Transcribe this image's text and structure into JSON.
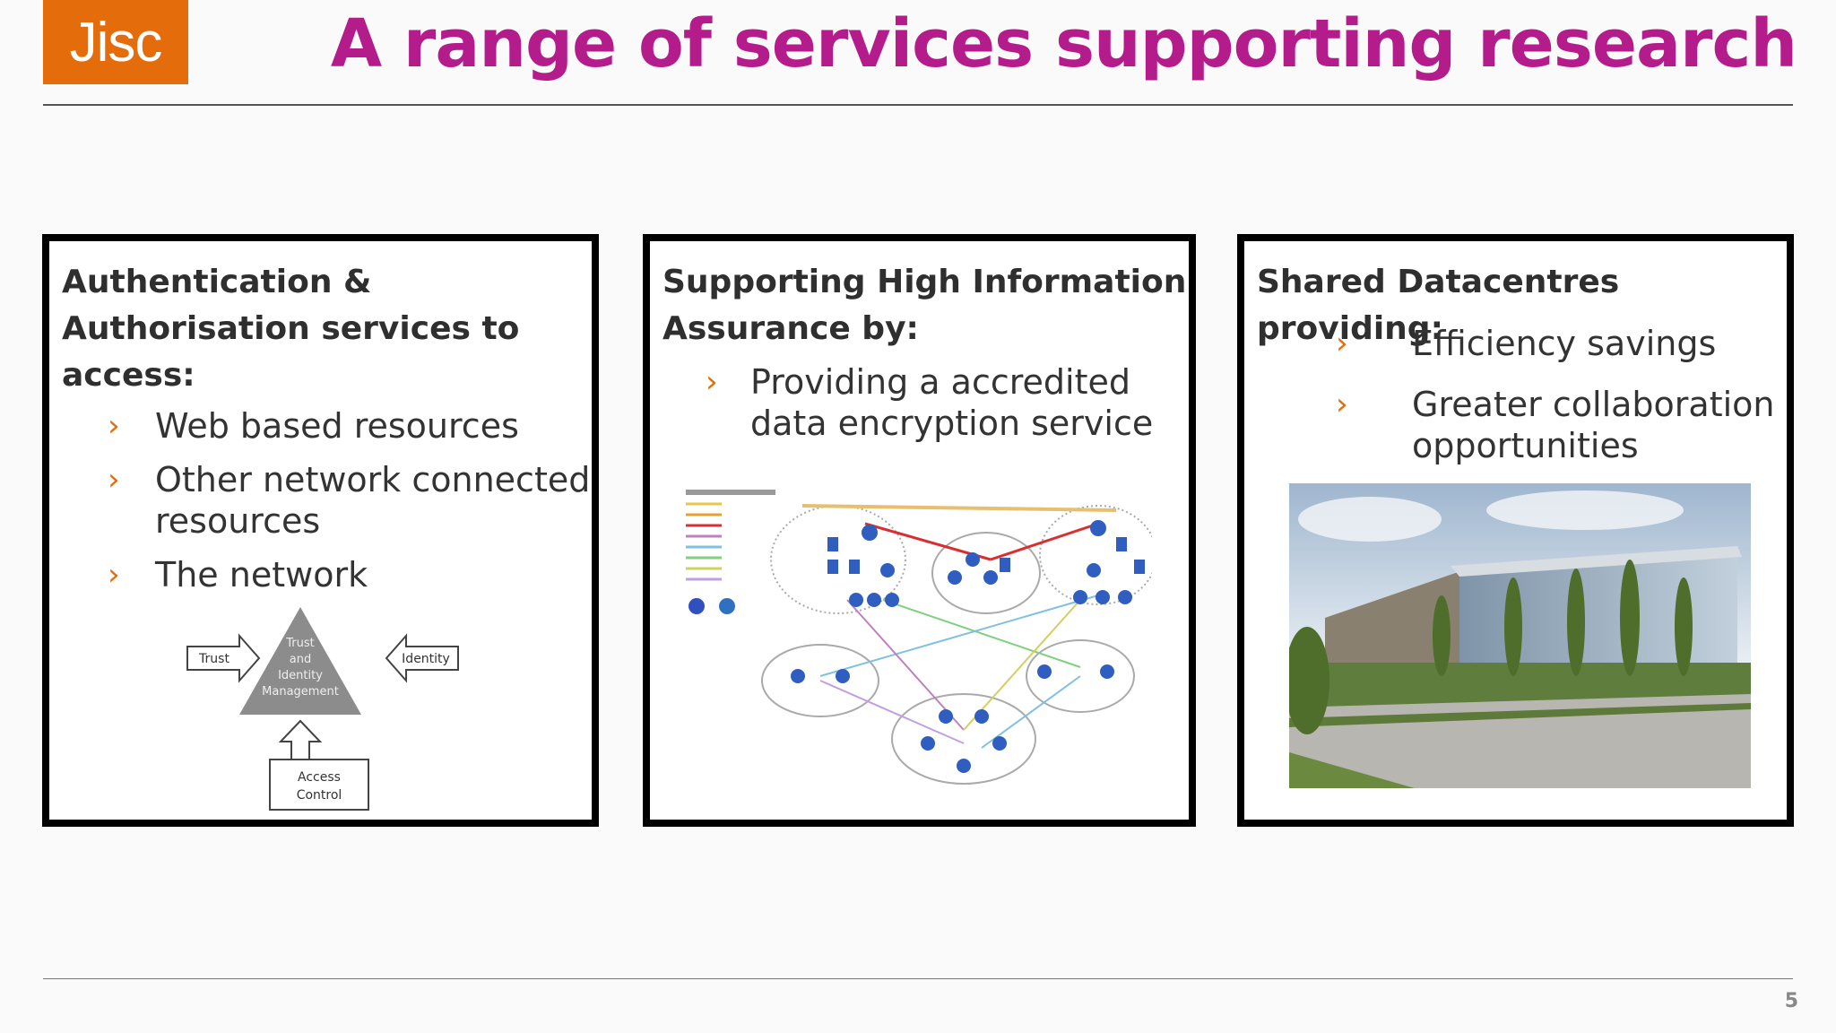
{
  "header": {
    "logo_text": "Jisc",
    "title": "A range of services supporting research"
  },
  "panels": [
    {
      "heading": [
        "Authentication &",
        "Authorisation services to",
        "access:"
      ],
      "items": [
        [
          "Web based resources"
        ],
        [
          "Other network connected",
          "resources"
        ],
        [
          "The network"
        ]
      ],
      "diagram": {
        "center_lines": [
          "Trust",
          "and",
          "Identity",
          "Management"
        ],
        "left_label": "Trust",
        "right_label": "Identity",
        "bottom_lines": [
          "Access",
          "Control"
        ]
      }
    },
    {
      "heading": [
        "Supporting High Information",
        "Assurance by:"
      ],
      "items": [
        [
          "Providing a accredited",
          "data encryption service"
        ]
      ],
      "image": "network-topology-diagram"
    },
    {
      "heading": [
        "Shared Datacentres providing:"
      ],
      "items": [
        [
          "Efficiency savings"
        ],
        [
          "Greater collaboration",
          "opportunities"
        ]
      ],
      "image": "datacentre-building-photo"
    }
  ],
  "bullet_glyph": "›",
  "page_number": "5",
  "colors": {
    "brand_orange": "#e46c0a",
    "title_magenta": "#b41c8c"
  }
}
